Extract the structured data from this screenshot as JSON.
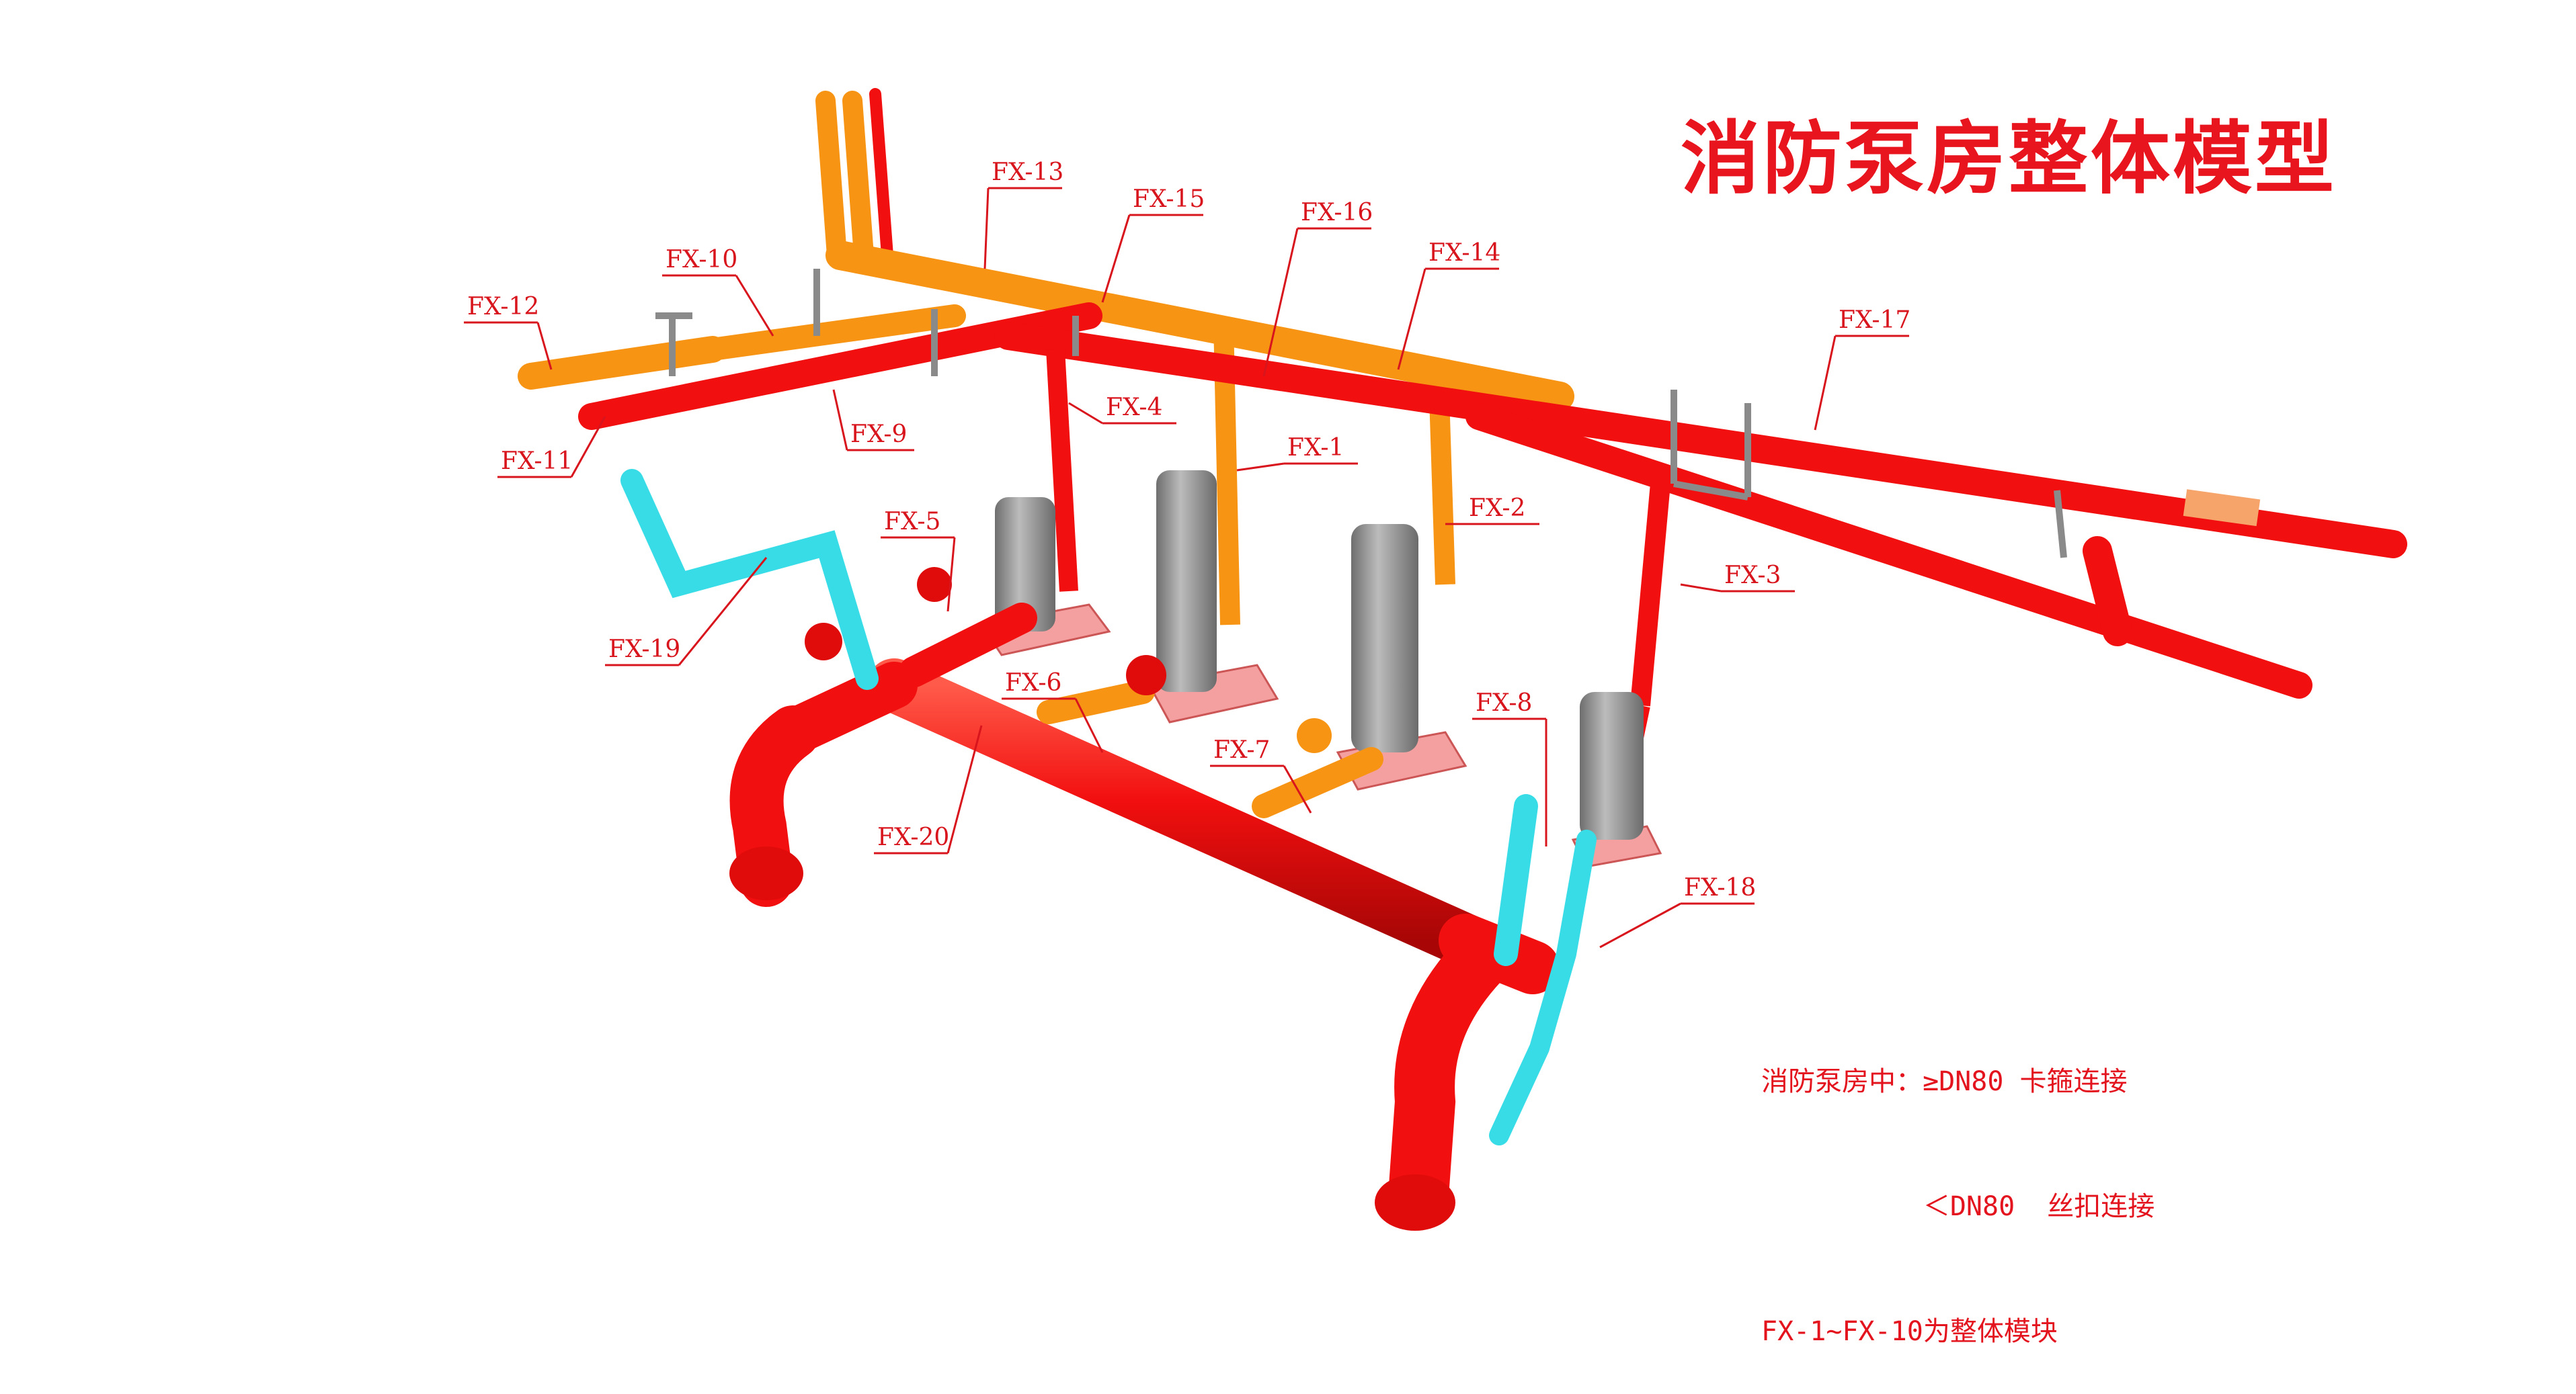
{
  "title": "消防泵房整体模型",
  "notes": {
    "line1": "消防泵房中：≥DN80 卡箍连接",
    "line2": "          ＜DN80  丝扣连接",
    "line3": "FX-1~FX-10为整体模块"
  },
  "labels": {
    "fx1": "FX-1",
    "fx2": "FX-2",
    "fx3": "FX-3",
    "fx4": "FX-4",
    "fx5": "FX-5",
    "fx6": "FX-6",
    "fx7": "FX-7",
    "fx8": "FX-8",
    "fx9": "FX-9",
    "fx10": "FX-10",
    "fx11": "FX-11",
    "fx12": "FX-12",
    "fx13": "FX-13",
    "fx14": "FX-14",
    "fx15": "FX-15",
    "fx16": "FX-16",
    "fx17": "FX-17",
    "fx18": "FX-18",
    "fx19": "FX-19",
    "fx20": "FX-20"
  },
  "colors": {
    "fire_pipe": "#f20f0f",
    "orange_pipe": "#f79414",
    "cyan_pipe": "#38dce6",
    "pump_body": "#9a9a9a",
    "pump_base": "#f5a0a0",
    "label_red": "#d8141c"
  }
}
